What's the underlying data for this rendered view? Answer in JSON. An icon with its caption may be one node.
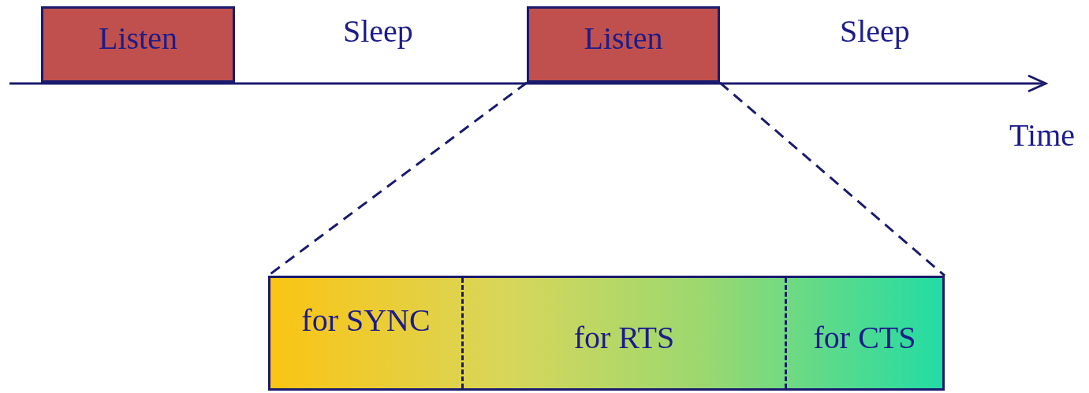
{
  "diagram": {
    "nodes": [
      {
        "text": [
          "Listen"
        ]
      },
      {
        "text": [
          "Listen"
        ]
      },
      {
        "text": [],
        "shape": "bar"
      },
      {
        "text": [
          "for SYNC"
        ],
        "in": 2
      },
      {
        "text": [
          "for RTS"
        ],
        "in": 2
      },
      {
        "text": [
          "for CTS"
        ],
        "in": 2
      }
    ],
    "edges": [
      {
        "from": 1,
        "to": 2,
        "arrow": "none",
        "style": "dashed"
      },
      {
        "from": 1,
        "to": 2,
        "arrow": "none",
        "style": "dashed"
      }
    ],
    "labels": [
      "Sleep",
      "Sleep",
      "Time"
    ]
  }
}
